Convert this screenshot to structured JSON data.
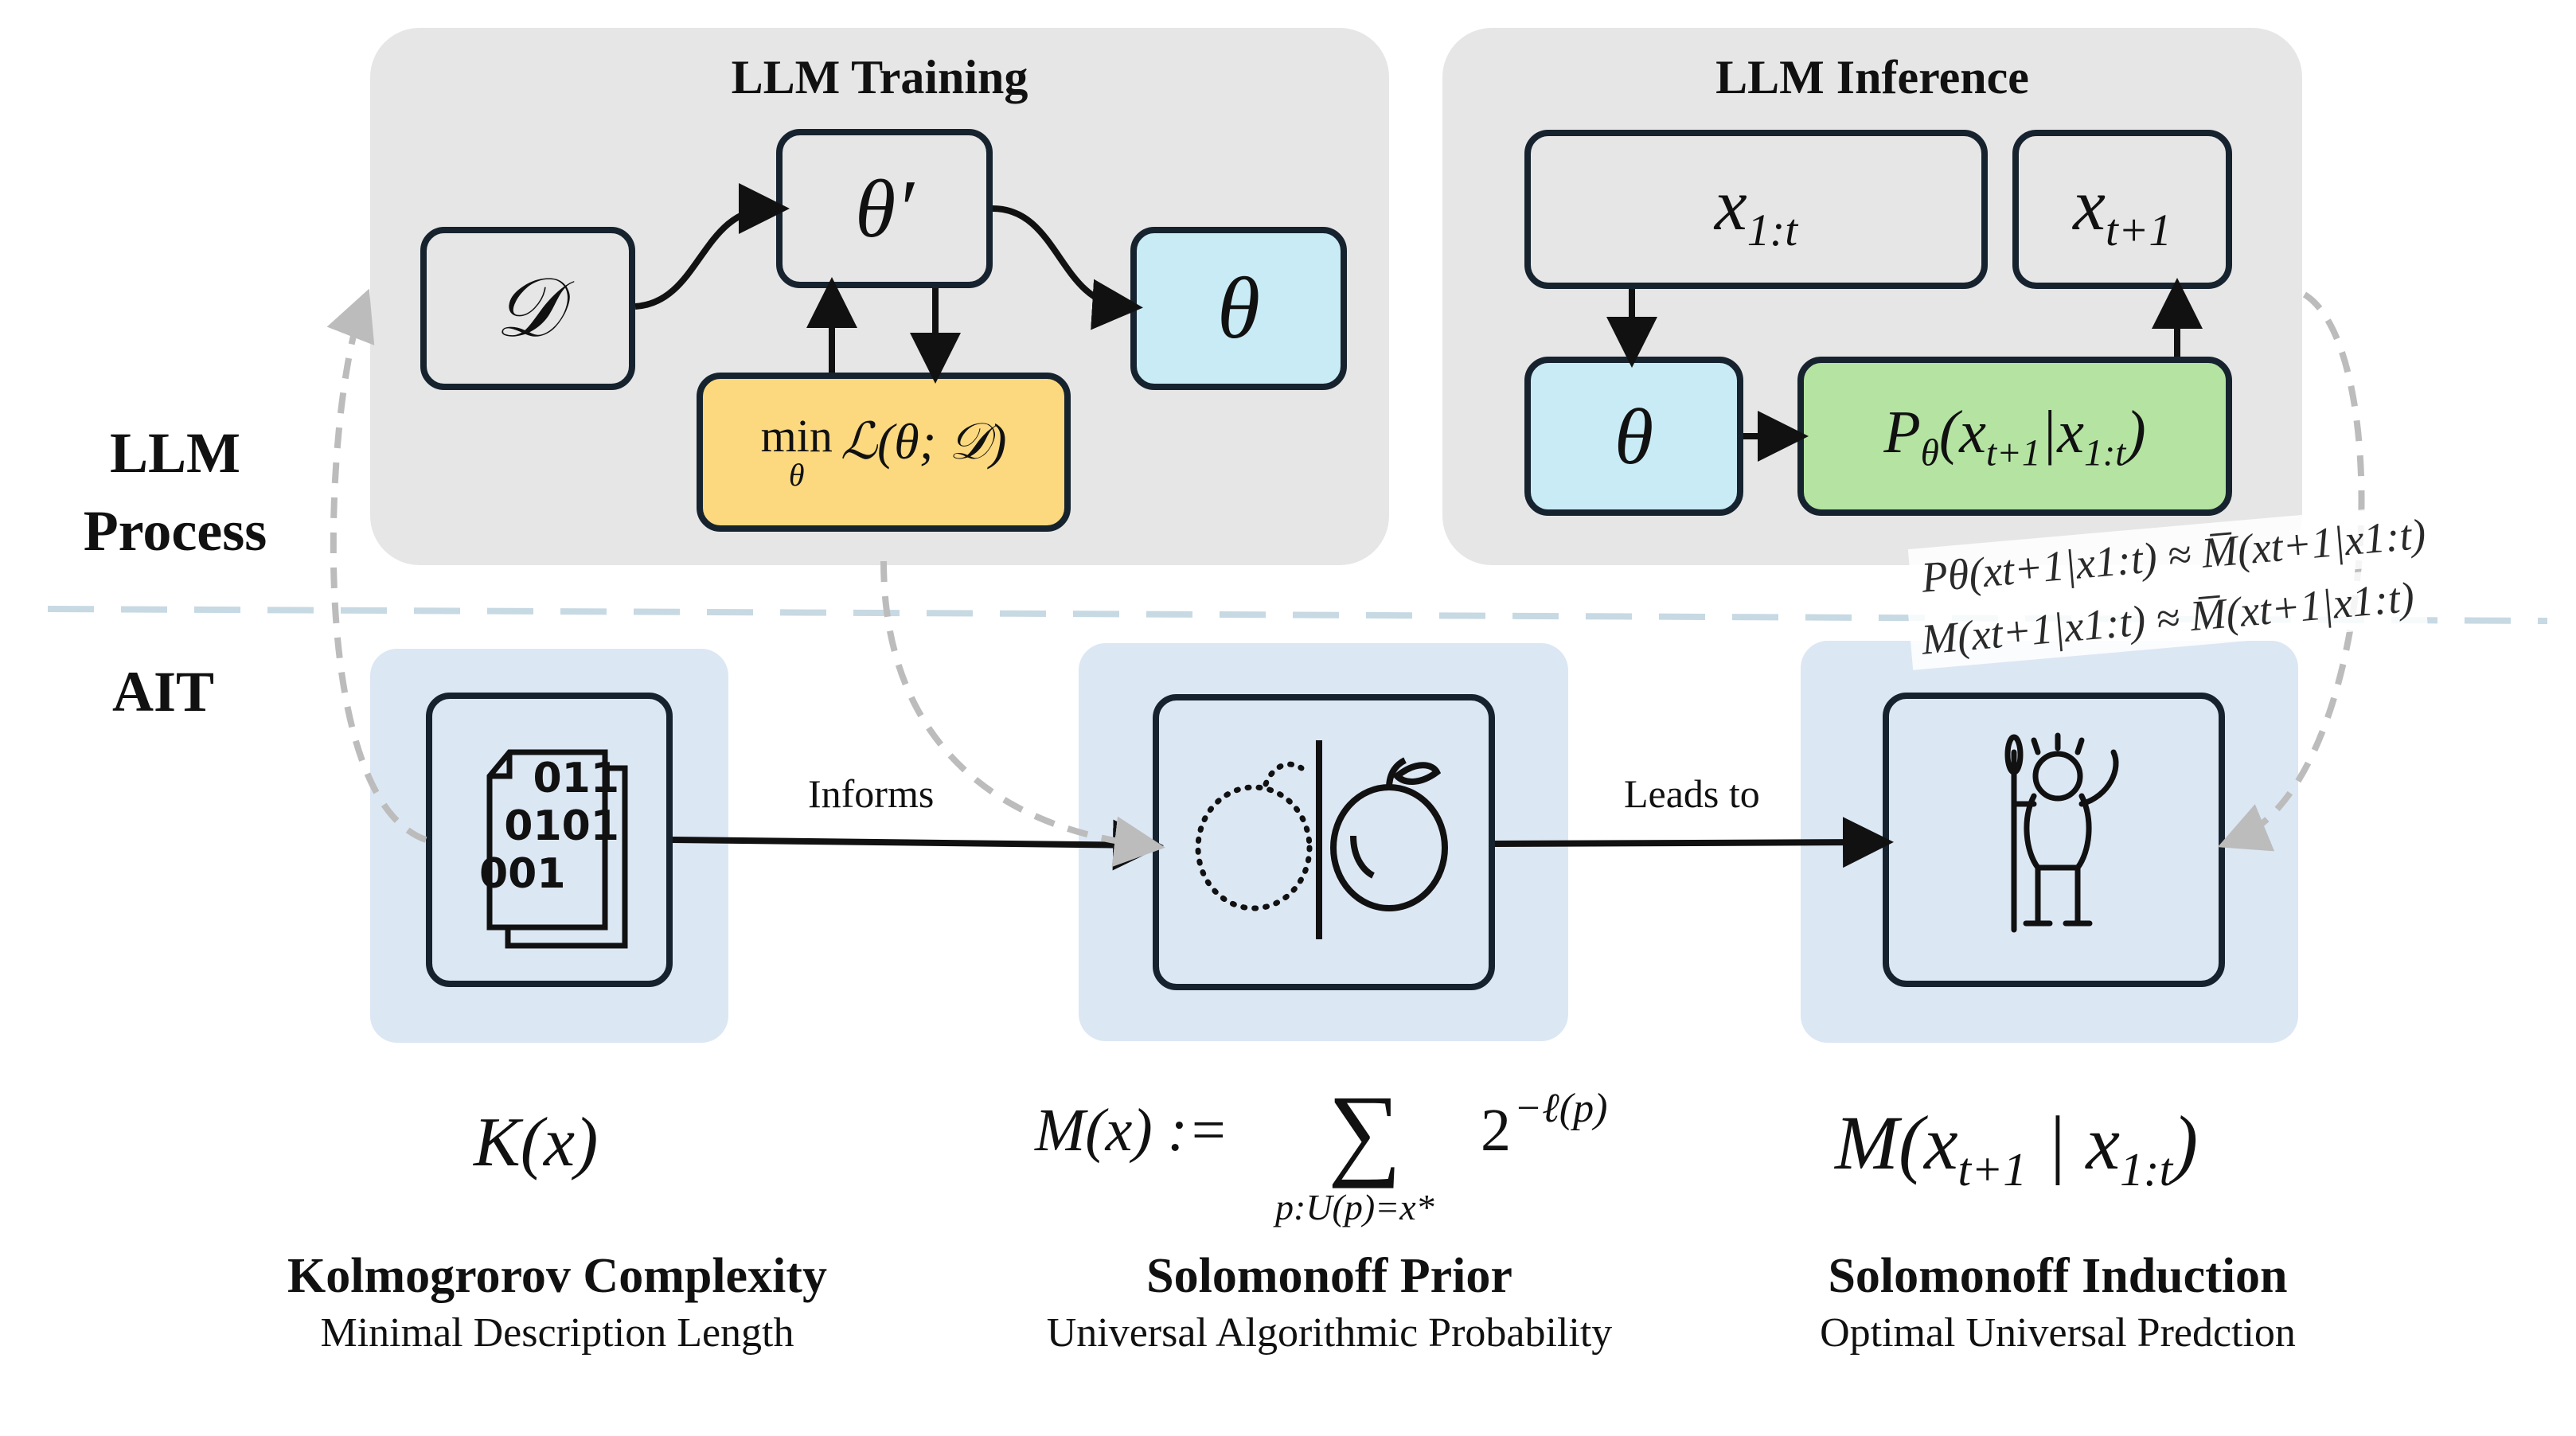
{
  "sections": {
    "llm": "LLM\nProcess",
    "ait": "AIT"
  },
  "training": {
    "title": "LLM Training",
    "dataset": "𝒟",
    "theta_prime": "θ′",
    "theta": "θ",
    "loss": "min",
    "loss_sub": "θ",
    "loss_expr": "ℒ(θ; 𝒟)"
  },
  "inference": {
    "title": "LLM Inference",
    "context": "x",
    "context_sub": "1:t",
    "next": "x",
    "next_sub": "t+1",
    "theta": "θ",
    "prob": "P",
    "prob_sub": "θ",
    "prob_rest": "(x",
    "prob_rest_sub1": "t+1",
    "prob_mid": "|x",
    "prob_rest_sub2": "1:t",
    "prob_close": ")"
  },
  "approx": {
    "line1": "Pθ(xt+1|x1:t) ≈ M̅(xt+1|x1:t)",
    "line2": "M(xt+1|x1:t) ≈ M̅(xt+1|x1:t)"
  },
  "edges": {
    "informs": "Informs",
    "leads_to": "Leads to"
  },
  "icons": {
    "complexity": "binary-document-icon",
    "prior": "dotted-fruit-vs-fruit-icon",
    "induction": "wizard-icon",
    "binary_lines": [
      "011",
      "0101",
      "001"
    ]
  },
  "formulas": {
    "kolmogorov": "K(x)",
    "prior_lhs": "M(x) :=",
    "prior_sum": "∑",
    "prior_below": "p:U(p)=x*",
    "prior_term": "2",
    "prior_exp": "−ℓ(p)",
    "induction": "M(x",
    "induction_sub1": "t+1",
    "induction_mid": " | x",
    "induction_sub2": "1:t",
    "induction_close": ")"
  },
  "captions": {
    "kolmogorov_title": "Kolmogrorov Complexity",
    "kolmogorov_sub": "Minimal Description Length",
    "prior_title": "Solomonoff Prior",
    "prior_sub": "Universal Algorithmic Probability",
    "induction_title": "Solomonoff Induction",
    "induction_sub": "Optimal Universal Predction"
  },
  "colors": {
    "panel": "#e6e6e6",
    "node_border": "#16232f",
    "blue": "#c9ebf6",
    "yellow": "#fcd97e",
    "green": "#b4e3a2",
    "tile": "#dce7f4",
    "dash": "#bcbcbc"
  }
}
